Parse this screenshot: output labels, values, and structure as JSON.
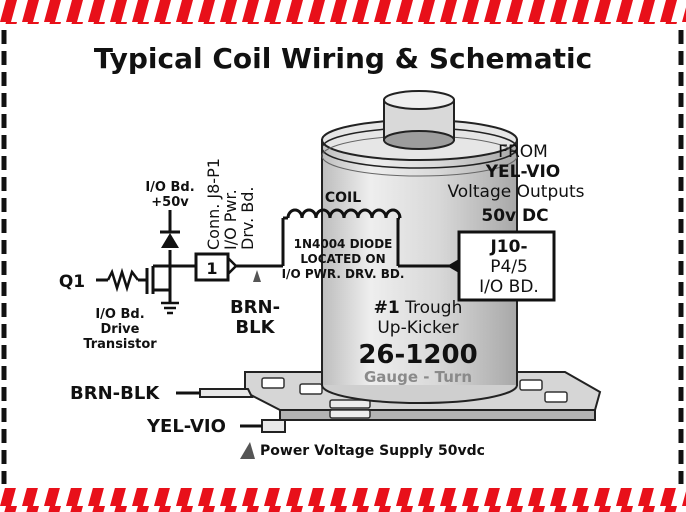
{
  "title": "Typical Coil Wiring & Schematic",
  "labels": {
    "io_bd": "I/O Bd.",
    "plus50v": "+50v",
    "conn_line1": "Conn. J8-P1",
    "conn_line2": "I/O Pwr.",
    "conn_line3": "Drv. Bd.",
    "connector_pin": "1",
    "coil": "COIL",
    "diode_line1": "1N4004 DIODE",
    "diode_line2": "LOCATED ON",
    "diode_line3": "I/O PWR. DRV. BD.",
    "q1": "Q1",
    "drive_line1": "I/O Bd.",
    "drive_line2": "Drive",
    "drive_line3": "Transistor",
    "brn_blk_1": "BRN-",
    "brn_blk_2": "BLK",
    "from": "FROM",
    "yel_vio": "YEL-VIO",
    "voltage_outputs": "Voltage Outputs",
    "v50dc": "50v DC",
    "j10_line1": "J10-",
    "j10_line2": "P4/5",
    "j10_line3": "I/O BD.",
    "trough_num": "#1",
    "trough_word": "Trough",
    "upkicker": "Up-Kicker",
    "part_number": "26-1200",
    "gauge_turn": "Gauge - Turn",
    "lug_brn_blk": "BRN-BLK",
    "lug_yel_vio": "YEL-VIO",
    "power_supply": "Power Voltage Supply 50vdc"
  },
  "colors": {
    "stripe_red": "#e8101a",
    "ink": "#111111",
    "coil_grey": "#d9d9d9",
    "bracket_grey": "#cfcfcf"
  }
}
